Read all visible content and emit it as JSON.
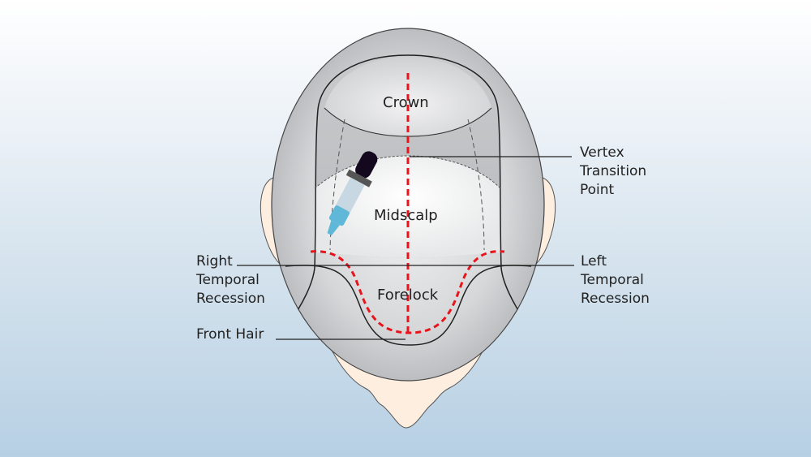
{
  "diagram": {
    "subject": "Top view of human head showing scalp zones",
    "regions": {
      "crown": "Crown",
      "midscalp": "Midscalp",
      "forelock": "Forelock"
    },
    "callouts": {
      "vertex_transition_point": "Vertex\nTransition\nPoint",
      "right_temporal_recession": "Right\nTemporal\nRecession",
      "left_temporal_recession": "Left\nTemporal\nRecession",
      "front_hair": "Front Hair"
    },
    "colors": {
      "scalp_gray": "#c4c6c9",
      "midscalp_white": "#f4f4f5",
      "skin": "#fdeee0",
      "redness": "#c85a4a",
      "midline_red": "#e8141b",
      "dropper_bulb": "#14081e",
      "dropper_fluid": "#5fb8d8"
    }
  }
}
